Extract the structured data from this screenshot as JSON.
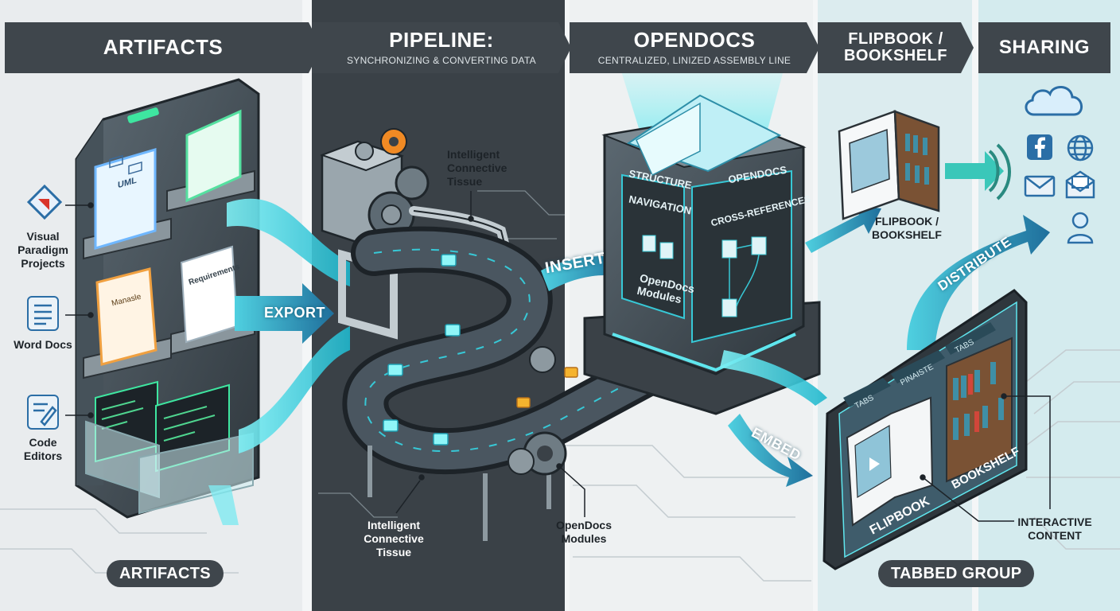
{
  "sections": {
    "artifacts": {
      "title": "ARTIFACTS",
      "footer": "ARTIFACTS"
    },
    "pipeline": {
      "title": "PIPELINE:",
      "subtitle": "SYNCHRONIZING & CONVERTING DATA"
    },
    "opendocs": {
      "title": "OPENDOCS",
      "subtitle": "CENTRALIZED, LINIZED ASSEMBLY LINE"
    },
    "flipbook": {
      "title": "FLIPBOOK / BOOKSHELF"
    },
    "sharing": {
      "title": "SHARING"
    }
  },
  "artifact_sources": [
    {
      "label": "Visual Paradigm Projects",
      "icon": "visual-paradigm-icon"
    },
    {
      "label": "Word Docs",
      "icon": "word-document-icon"
    },
    {
      "label": "Code Editors",
      "icon": "code-editor-icon"
    }
  ],
  "artifact_cards": {
    "uml": "UML",
    "manual": "Manasle",
    "requirements": "Requirements"
  },
  "pipeline_labels": {
    "tissue_top": "Intelligent Connective Tissue",
    "tissue_bottom": "Intelligent Connective Tissue",
    "modules": "OpenDocs Modules"
  },
  "flow_labels": {
    "export": "EXPORT",
    "insert": "INSERT",
    "embed": "EMBED",
    "distribute": "DISTRIBUTE"
  },
  "opendocs_faces": {
    "structure": "STRUCTURE",
    "navigation": "NAVIGATION",
    "brand": "OPENDOCS",
    "cross_references": "CROSS-REFERENCES",
    "modules": "OpenDocs Modules"
  },
  "flipbook_label": "FLIPBOOK / BOOKSHELF",
  "tablet": {
    "tabs": [
      "TABS",
      "PINAISTE",
      "TABS"
    ],
    "flipbook": "FLIPBOOK",
    "bookshelf": "BOOKSHELF",
    "callout": "INTERACTIVE CONTENT",
    "footer": "TABBED GROUP"
  },
  "share_icons": [
    "cloud-icon",
    "facebook-icon",
    "globe-icon",
    "mail-icon",
    "newsletter-icon",
    "user-icon"
  ],
  "colors": {
    "accent": "#27c7d8",
    "glow": "#5fe6ee",
    "dark": "#3f464c",
    "arrow": "#2a7fa8"
  }
}
